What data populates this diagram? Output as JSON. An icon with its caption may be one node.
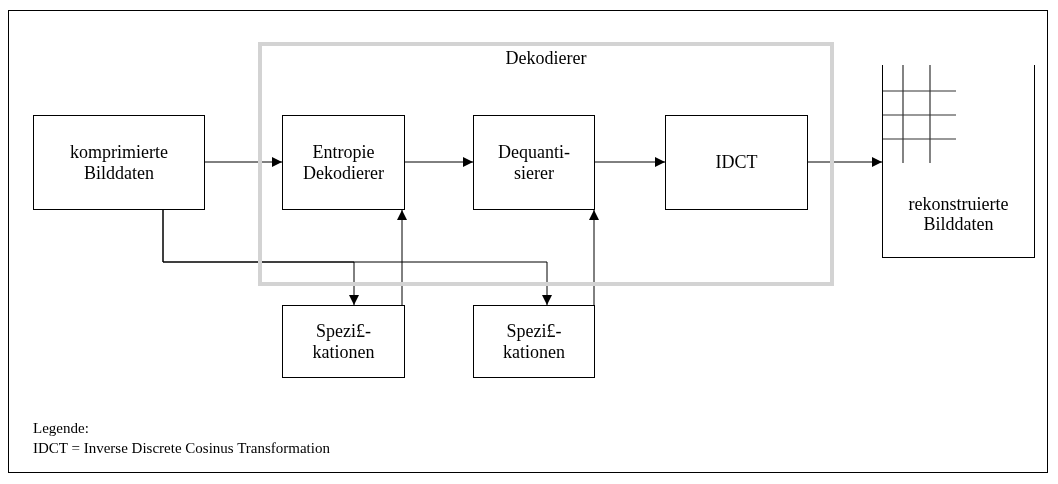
{
  "diagram": {
    "nodes": [
      {
        "text": [
          "Dekodierer"
        ]
      },
      {
        "text": [
          "komprimierte Bilddaten"
        ]
      },
      {
        "text": [
          "Entropie Dekodierer"
        ],
        "in": 0
      },
      {
        "text": [
          "Dequanti- sierer"
        ],
        "in": 0
      },
      {
        "text": [
          "IDCT"
        ],
        "in": 0
      },
      {
        "text": [
          "rekonstruierte Bilddaten"
        ]
      },
      {
        "text": [
          "Spezi£- kationen"
        ]
      },
      {
        "text": [
          "Spezi£- kationen"
        ]
      }
    ],
    "edges": [
      {
        "from": 1,
        "to": 2,
        "arrow": "to"
      },
      {
        "from": 2,
        "to": 3,
        "arrow": "to"
      },
      {
        "from": 3,
        "to": 4,
        "arrow": "to"
      },
      {
        "from": 4,
        "to": 5,
        "arrow": "to"
      },
      {
        "from": 6,
        "to": 2,
        "arrow": "to"
      },
      {
        "from": 7,
        "to": 3,
        "arrow": "to"
      },
      {
        "from": 1,
        "to": 6,
        "arrow": "to"
      },
      {
        "from": 1,
        "to": 7,
        "arrow": "to"
      }
    ],
    "labels": [
      "Legende:",
      "IDCT = Inverse Discrete Cosinus Transformation"
    ]
  }
}
